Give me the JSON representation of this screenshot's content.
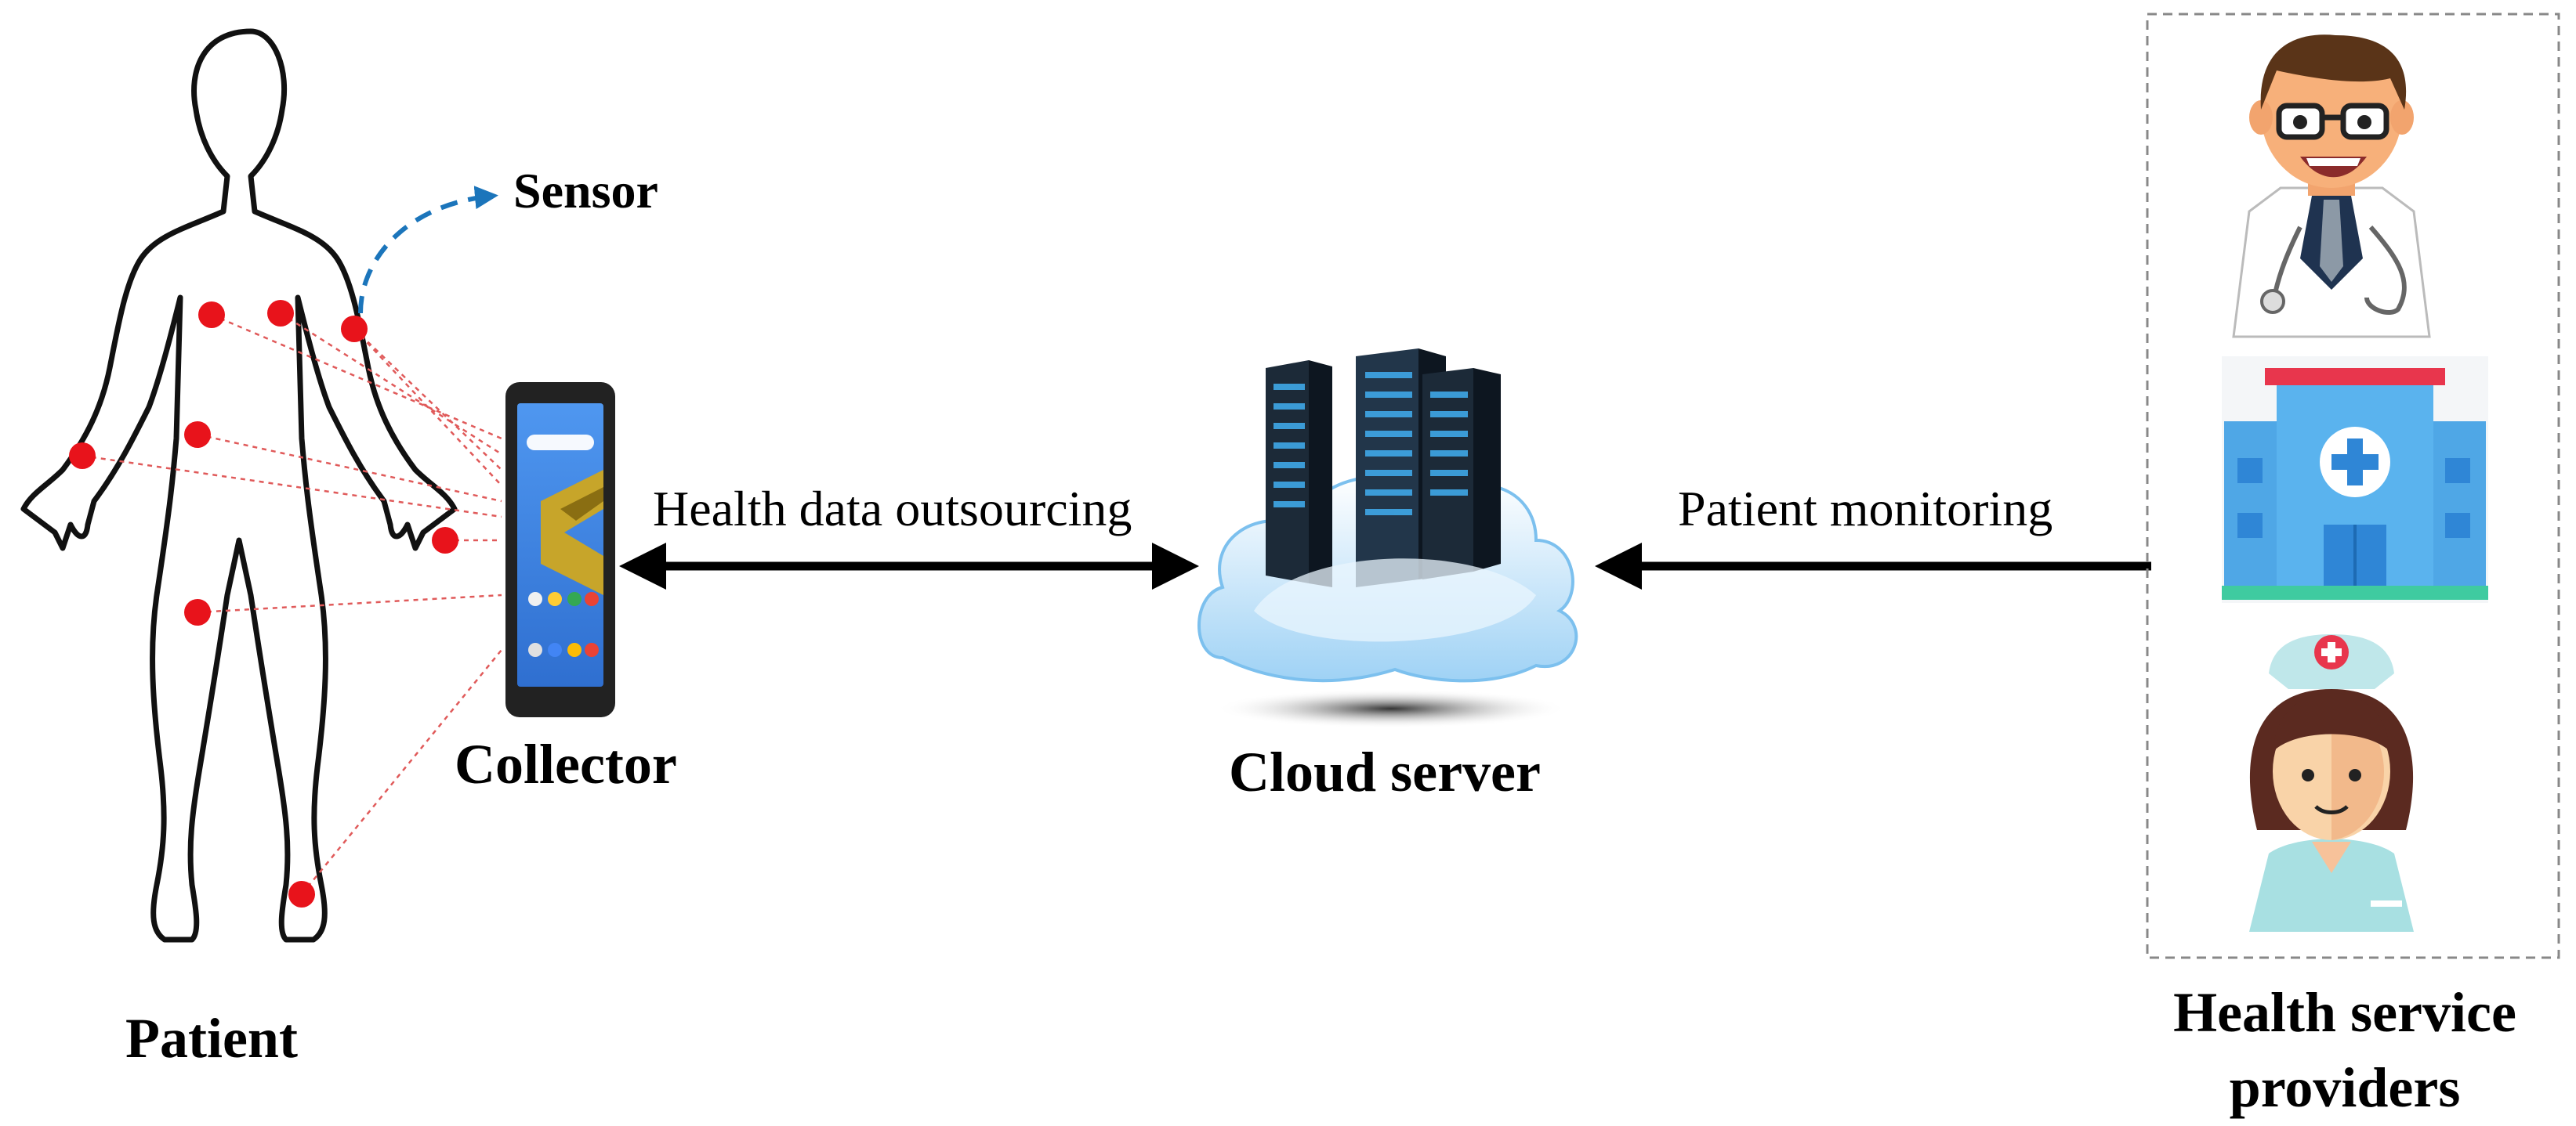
{
  "labels": {
    "patient": "Patient",
    "sensor": "Sensor",
    "collector": "Collector",
    "cloud_server": "Cloud server",
    "health_data_outsourcing": "Health data outsourcing",
    "patient_monitoring": "Patient monitoring",
    "providers_line1": "Health service",
    "providers_line2": "providers"
  },
  "colors": {
    "sensor_dot": "#e8131b",
    "sensor_arrow": "#1b75bb",
    "arrows": "#000000",
    "phone_screen": "#3b86e8",
    "cloud": "#cfe9fa",
    "server": "#1c2a38",
    "hospital": "#5ab3ee",
    "hospital_roof": "#e8364d"
  },
  "icons": {
    "patient": "human-body-outline-icon",
    "collector": "smartphone-icon",
    "cloud_server": "cloud-server-icon",
    "doctor": "doctor-icon",
    "hospital": "hospital-icon",
    "nurse": "nurse-icon"
  }
}
